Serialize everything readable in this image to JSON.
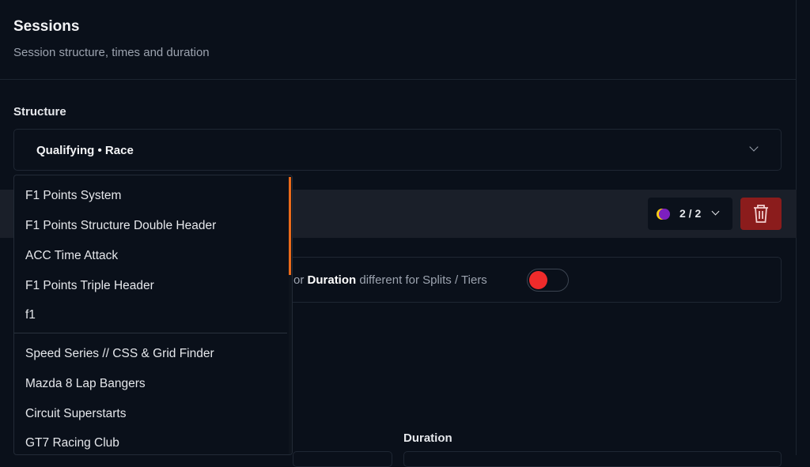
{
  "header": {
    "title": "Sessions",
    "subtitle": "Session structure, times and duration"
  },
  "structure": {
    "label": "Structure",
    "value": "Qualifying • Race"
  },
  "tier": {
    "value": "2 / 2"
  },
  "splits": {
    "prefix": "or ",
    "bold": "Duration",
    "suffix": " different for Splits / Tiers",
    "toggle_on": false,
    "toggle_color": "#ef2b2b"
  },
  "duration": {
    "label": "Duration"
  },
  "dropdown": {
    "group1": [
      "F1 Points System",
      "F1 Points Structure Double Header",
      "ACC Time Attack",
      "F1 Points Triple Header",
      "f1"
    ],
    "group2": [
      "Speed Series // CSS & Grid Finder",
      "Mazda 8 Lap Bangers",
      "Circuit Superstarts",
      "GT7 Racing Club"
    ]
  }
}
